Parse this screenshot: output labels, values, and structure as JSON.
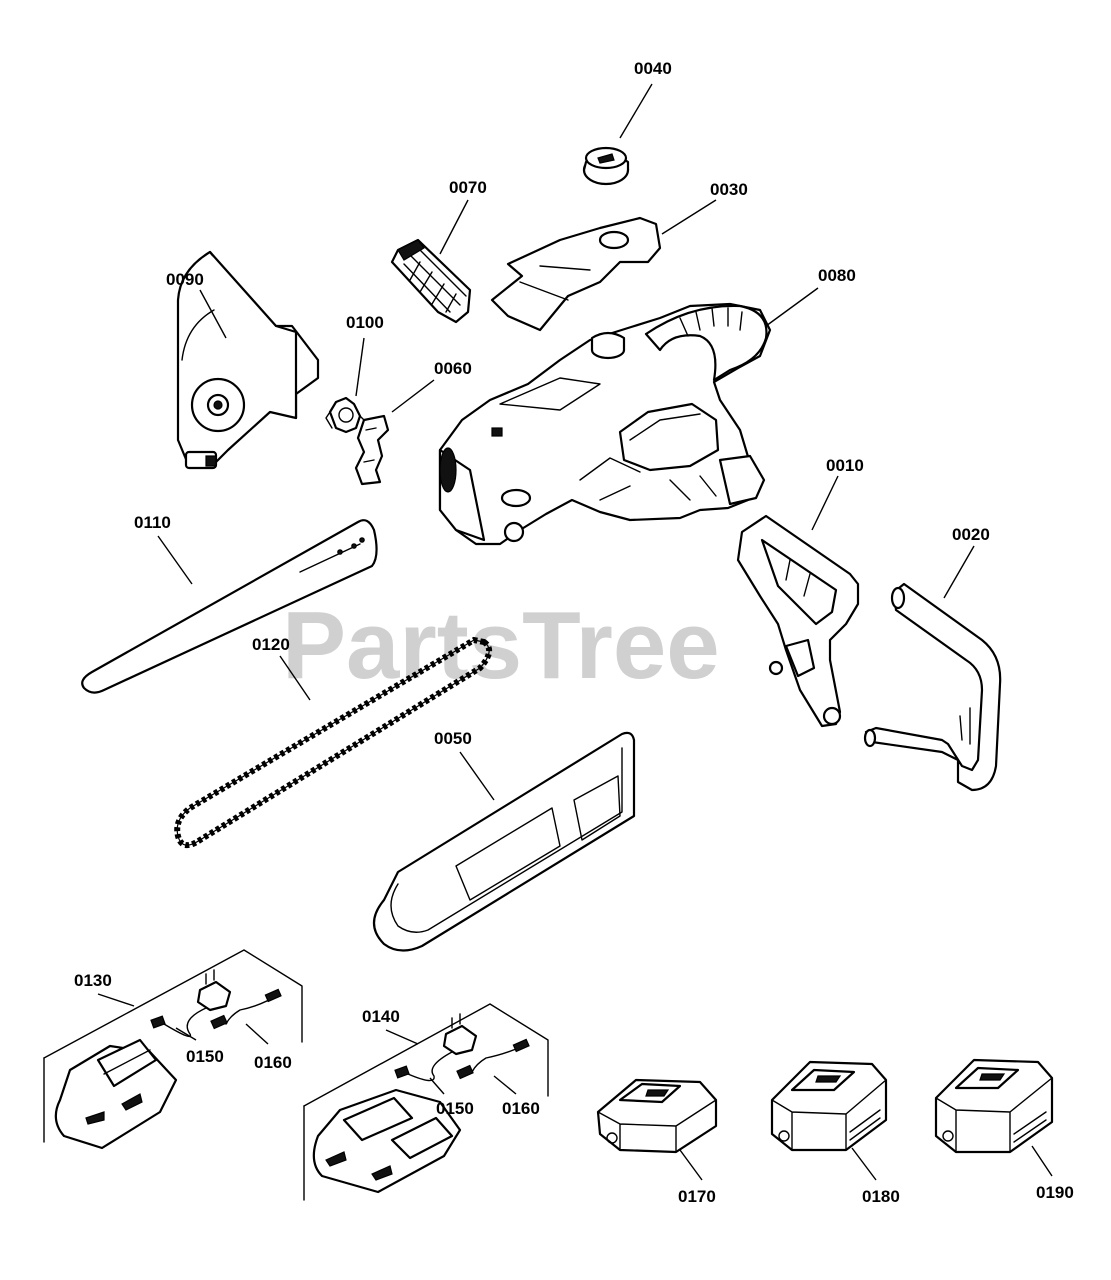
{
  "watermark": "PartsTree",
  "callouts": {
    "c0040": "0040",
    "c0070": "0070",
    "c0030": "0030",
    "c0090": "0090",
    "c0080": "0080",
    "c0100": "0100",
    "c0060": "0060",
    "c0010": "0010",
    "c0110": "0110",
    "c0020": "0020",
    "c0120": "0120",
    "c0050": "0050",
    "c0130": "0130",
    "c0150a": "0150",
    "c0160a": "0160",
    "c0140": "0140",
    "c0150b": "0150",
    "c0160b": "0160",
    "c0170": "0170",
    "c0180": "0180",
    "c0190": "0190"
  }
}
